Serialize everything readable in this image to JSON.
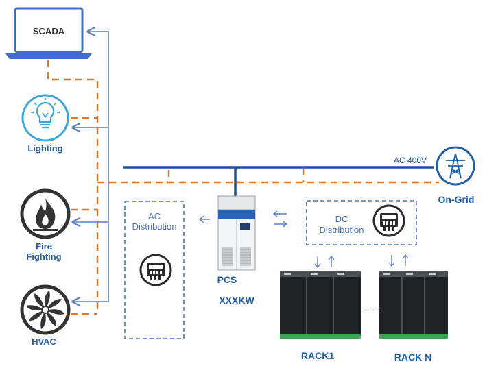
{
  "nodes": {
    "scada": {
      "label": "SCADA"
    },
    "lighting": {
      "label": "Lighting"
    },
    "fire": {
      "label_line1": "Fire",
      "label_line2": "Fighting"
    },
    "hvac": {
      "label": "HVAC"
    },
    "on_grid": {
      "label": "On-Grid"
    },
    "pcs": {
      "label_line1": "PCS",
      "label_line2": "XXXKW"
    },
    "ac_distribution": {
      "label_line1": "AC",
      "label_line2": "Distribution"
    },
    "dc_distribution": {
      "label_line1": "DC",
      "label_line2": "Distribution"
    },
    "rack1": {
      "label": "RACK1"
    },
    "rackn": {
      "label": "RACK N"
    }
  },
  "bus": {
    "label": "AC 400V"
  },
  "rack_separator": "- - -",
  "colors": {
    "ac_bus": "#1f4e9c",
    "comm_line": "#d9782d",
    "signal_line": "#5b7fc4",
    "label_blue": "#1f5fa8",
    "dashed_box": "#4a72b8"
  }
}
